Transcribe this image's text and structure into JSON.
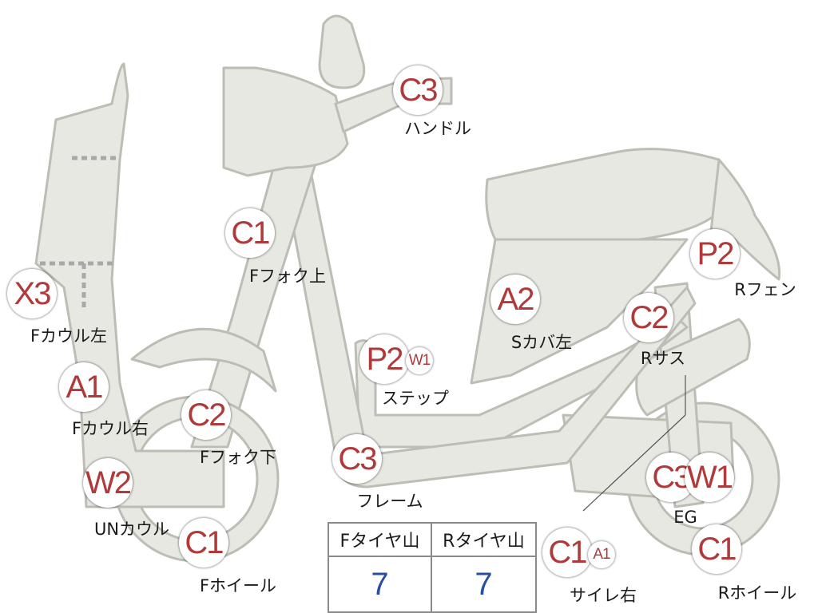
{
  "colors": {
    "part_fill": "#e8e8e2",
    "part_stroke": "#bdbdb5",
    "badge_text": "#b03a3a",
    "value_text": "#2a4fa0",
    "dashed": "#a8a8a8"
  },
  "badges": [
    {
      "id": "handle",
      "code": "C3",
      "label": "ハンドル"
    },
    {
      "id": "ffork-upper",
      "code": "C1",
      "label": "Fフォク上"
    },
    {
      "id": "fcowl-left",
      "code": "X3",
      "label": "Fカウル左"
    },
    {
      "id": "fcowl-right",
      "code": "A1",
      "label": "Fカウル右"
    },
    {
      "id": "ffork-lower",
      "code": "C2",
      "label": "Fフォク下"
    },
    {
      "id": "un-cowl",
      "code": "W2",
      "label": "UNカウル"
    },
    {
      "id": "fwheel",
      "code": "C1",
      "label": "Fホイール"
    },
    {
      "id": "step",
      "code": "P2",
      "code_small": "W1",
      "label": "ステップ"
    },
    {
      "id": "scover-left",
      "code": "A2",
      "label": "Sカバ左"
    },
    {
      "id": "frame",
      "code": "C3",
      "label": "フレーム"
    },
    {
      "id": "rfender",
      "code": "P2",
      "label": "Rフェン"
    },
    {
      "id": "rsus",
      "code": "C2",
      "label": "Rサス"
    },
    {
      "id": "engine",
      "code": "C3",
      "code2": "W1",
      "label": "EG"
    },
    {
      "id": "muffler-right",
      "code": "C1",
      "code_small": "A1",
      "label": "サイレ右"
    },
    {
      "id": "rwheel",
      "code": "C1",
      "label": "Rホイール"
    }
  ],
  "tire_table": {
    "headers": [
      "Fタイヤ山",
      "Rタイヤ山"
    ],
    "values": [
      "7",
      "7"
    ]
  }
}
